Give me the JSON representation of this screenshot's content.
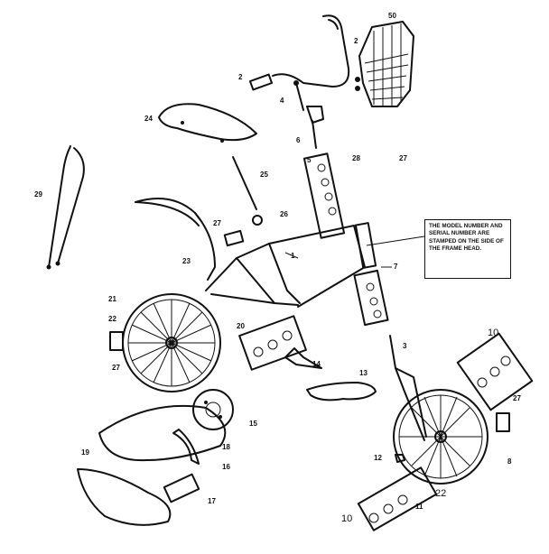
{
  "note": "THE MODEL NUMBER AND SERIAL NUMBER ARE STAMPED ON THE SIDE OF THE FRAME HEAD.",
  "labels": {
    "l50": "50",
    "l2a": "2",
    "l2b": "2",
    "l4": "4",
    "l24": "24",
    "l6": "6",
    "l5": "5",
    "l28a": "28",
    "l27a": "27",
    "l29": "29",
    "l25": "25",
    "l27b": "27",
    "l26": "26",
    "l23": "23",
    "l1": "1",
    "l7": "7",
    "l21": "21",
    "l22a": "22",
    "l20": "20",
    "l27c": "27",
    "l3": "3",
    "l14": "14",
    "l13": "13",
    "l10a": "10",
    "l27d": "27",
    "l15": "15",
    "l18": "18",
    "l19": "19",
    "l16": "16",
    "l17": "17",
    "l12": "12",
    "l8": "8",
    "l22b": "22",
    "l11": "11",
    "l10b": "10"
  }
}
